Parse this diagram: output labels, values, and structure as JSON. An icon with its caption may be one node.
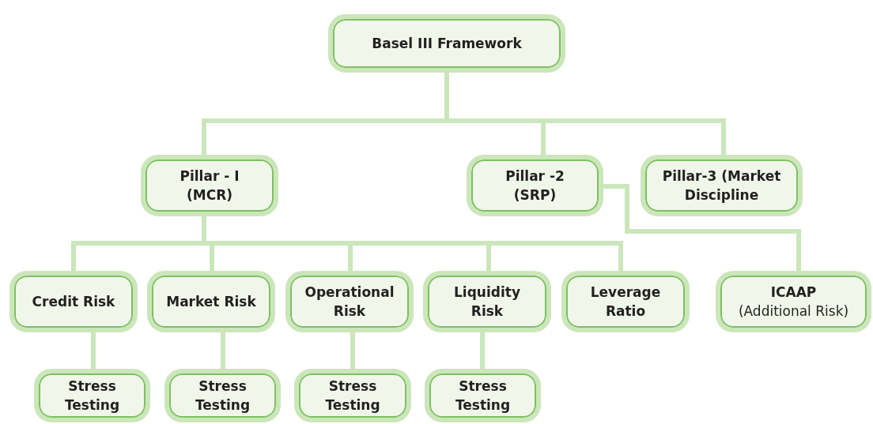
{
  "diagram": {
    "nodes": [
      {
        "text": [
          "Basel III Framework"
        ]
      },
      {
        "text": [
          "Pillar - I (MCR)"
        ]
      },
      {
        "text": [
          "Pillar -2 (SRP)"
        ]
      },
      {
        "text": [
          "Pillar-3 (Market Discipline"
        ]
      },
      {
        "text": [
          "Credit Risk"
        ]
      },
      {
        "text": [
          "Market Risk"
        ]
      },
      {
        "text": [
          "Operational Risk"
        ]
      },
      {
        "text": [
          "Liquidity Risk"
        ]
      },
      {
        "text": [
          "Leverage Ratio"
        ]
      },
      {
        "text": [
          "ICAAP",
          "(Additional Risk)"
        ]
      },
      {
        "text": [
          "Stress Testing"
        ]
      },
      {
        "text": [
          "Stress Testing"
        ]
      },
      {
        "text": [
          "Stress Testing"
        ]
      },
      {
        "text": [
          "Stress Testing"
        ]
      }
    ],
    "edges": [
      {
        "from": 0,
        "to": 1,
        "arrow": "none"
      },
      {
        "from": 0,
        "to": 2,
        "arrow": "none"
      },
      {
        "from": 0,
        "to": 3,
        "arrow": "none"
      },
      {
        "from": 1,
        "to": 4,
        "arrow": "none"
      },
      {
        "from": 1,
        "to": 5,
        "arrow": "none"
      },
      {
        "from": 1,
        "to": 6,
        "arrow": "none"
      },
      {
        "from": 1,
        "to": 7,
        "arrow": "none"
      },
      {
        "from": 1,
        "to": 8,
        "arrow": "none"
      },
      {
        "from": 2,
        "to": 9,
        "arrow": "none"
      },
      {
        "from": 4,
        "to": 10,
        "arrow": "none"
      },
      {
        "from": 5,
        "to": 11,
        "arrow": "none"
      },
      {
        "from": 6,
        "to": 12,
        "arrow": "none"
      },
      {
        "from": 7,
        "to": 13,
        "arrow": "none"
      }
    ]
  }
}
